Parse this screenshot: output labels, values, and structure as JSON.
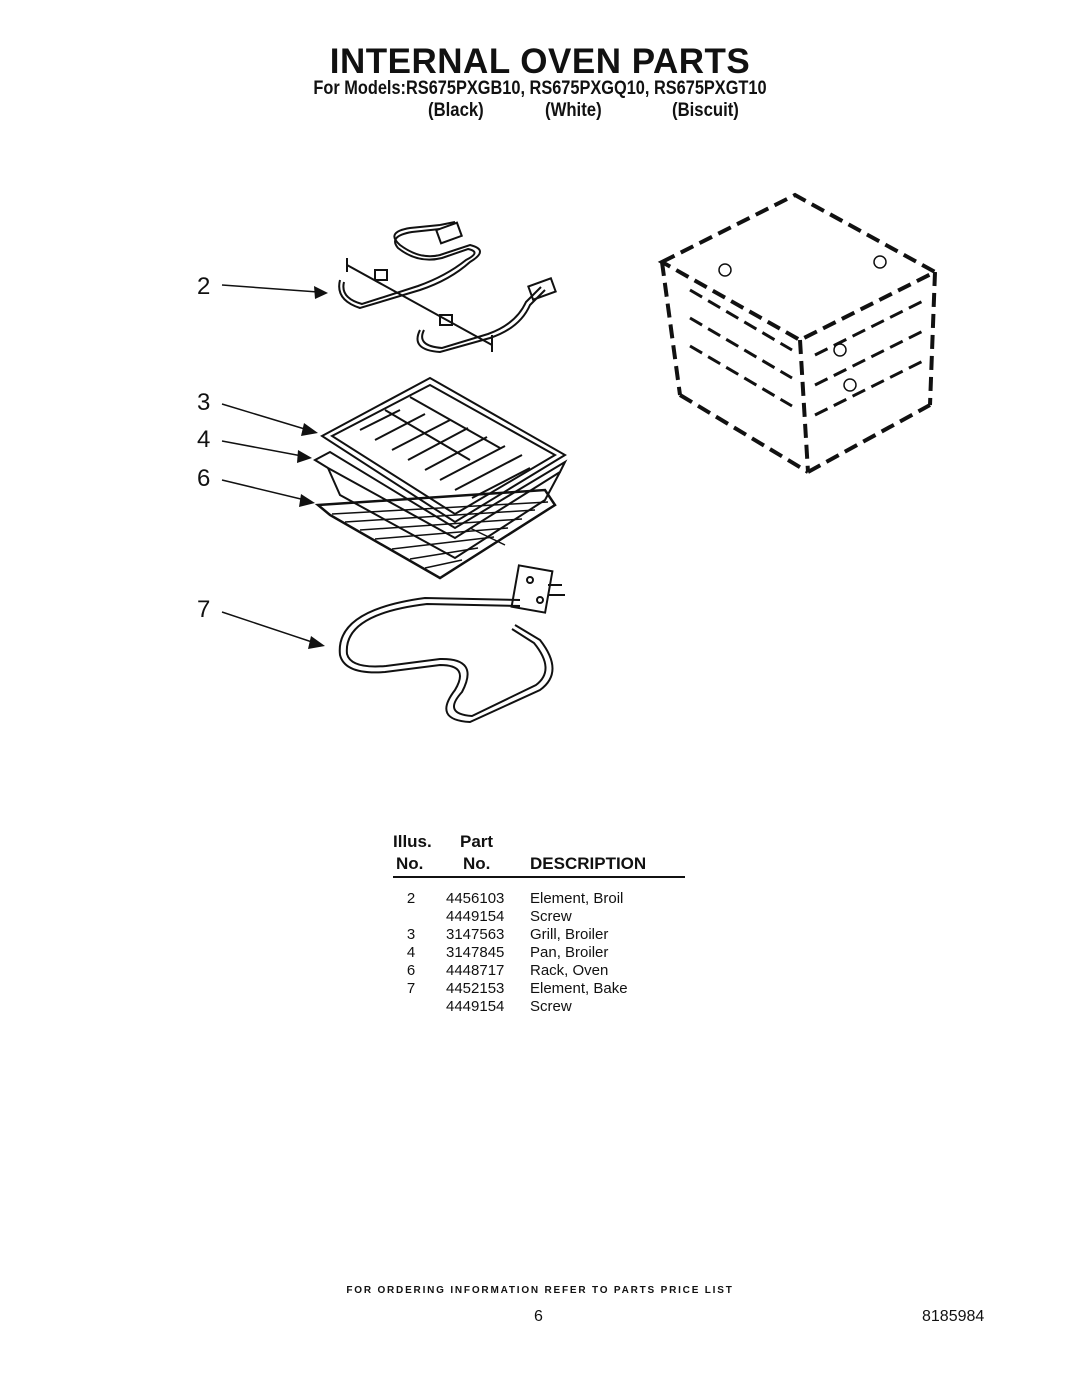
{
  "header": {
    "title": "INTERNAL OVEN PARTS",
    "models": "For Models:RS675PXGB10, RS675PXGQ10, RS675PXGT10",
    "finishes": [
      "(Black)",
      "(White)",
      "(Biscuit)"
    ]
  },
  "diagram": {
    "callouts": [
      "2",
      "3",
      "4",
      "6",
      "7"
    ]
  },
  "parts_table": {
    "headers": {
      "illus": "Illus.",
      "part": "Part",
      "illus_no": "No.",
      "part_no": "No.",
      "description": "DESCRIPTION"
    },
    "rows": [
      {
        "illus": "2",
        "part": "4456103",
        "desc": "Element, Broil"
      },
      {
        "illus": "",
        "part": "4449154",
        "desc": "Screw"
      },
      {
        "illus": "3",
        "part": "3147563",
        "desc": "Grill, Broiler"
      },
      {
        "illus": "4",
        "part": "3147845",
        "desc": "Pan, Broiler"
      },
      {
        "illus": "6",
        "part": "4448717",
        "desc": "Rack, Oven"
      },
      {
        "illus": "7",
        "part": "4452153",
        "desc": "Element, Bake"
      },
      {
        "illus": "",
        "part": "4449154",
        "desc": "Screw"
      }
    ]
  },
  "footer": {
    "ordering_note": "FOR ORDERING INFORMATION REFER TO PARTS PRICE LIST",
    "page_number": "6",
    "doc_number": "8185984"
  }
}
